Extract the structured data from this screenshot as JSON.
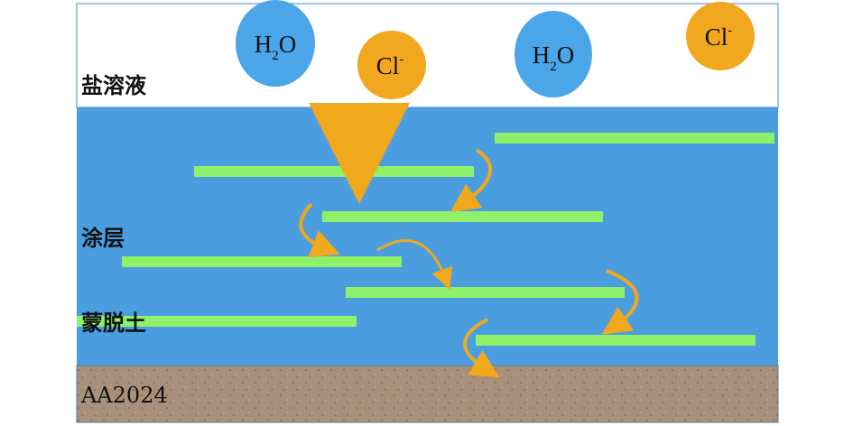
{
  "labels": {
    "solution": "盐溶液",
    "coating": "涂层",
    "clay": "蒙脱土",
    "substrate": "AA2024"
  },
  "molecules": [
    {
      "kind": "water",
      "main": "H",
      "sub": "2",
      "tail": "O"
    },
    {
      "kind": "chloride",
      "main": "Cl",
      "sup": "-"
    },
    {
      "kind": "water",
      "main": "H",
      "sub": "2",
      "tail": "O"
    },
    {
      "kind": "chloride",
      "main": "Cl",
      "sup": "-"
    }
  ],
  "colors": {
    "solution": "#ffffff",
    "coating": "#4a9ee0",
    "clay_sheet": "#8ff06a",
    "substrate": "#a8907a",
    "water": "#4aa6e8",
    "chloride": "#f2a81e",
    "arrow": "#f0a81c"
  }
}
